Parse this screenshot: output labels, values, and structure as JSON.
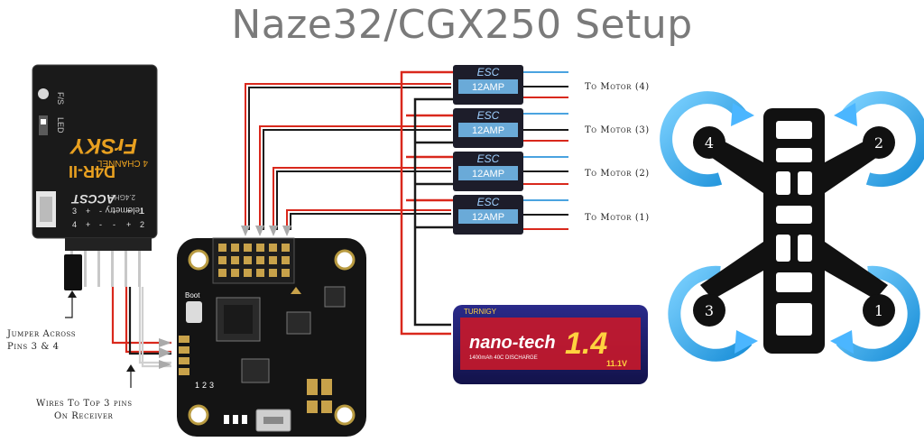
{
  "title": "Naze32/CGX250 Setup",
  "receiver": {
    "brand": "FrSKY",
    "model": "D4R-II",
    "channels": "4 CHANNEL",
    "band": "2.4GHz",
    "accst": "ACCST",
    "telemetry": "Telemetry",
    "fs_label": "F/S",
    "led_label": "LED",
    "pins": [
      "3",
      "+",
      "-",
      "-",
      "+",
      "1"
    ],
    "pins2": [
      "4",
      "+",
      "-",
      "-",
      "+",
      "2"
    ]
  },
  "esc": {
    "label": "ESC",
    "rating": "12AMP"
  },
  "motor_labels": [
    "To Motor (4)",
    "To Motor (3)",
    "To Motor (2)",
    "To Motor (1)"
  ],
  "annotations": {
    "jumper_line1": "Jumper Across",
    "jumper_line2": "Pins 3 & 4",
    "wires_line1": "Wires To Top 3 pins",
    "wires_line2": "On Receiver"
  },
  "board": {
    "boot": "Boot",
    "pins": [
      "1",
      "2",
      "3"
    ]
  },
  "battery": {
    "brand": "TURNIGY",
    "name": "nano-tech",
    "capacity": "1.4",
    "spec": "1400mAh 40C DISCHARGE",
    "voltage": "11.1V"
  },
  "frame": {
    "motor_numbers": [
      "4",
      "2",
      "3",
      "1"
    ]
  },
  "colors": {
    "title": "#7a7a7a",
    "wire_red": "#d9281c",
    "wire_black": "#1a1a1a",
    "esc_blue": "#6aaad8",
    "arrow_blue": "#1e9be0",
    "board": "#141414"
  }
}
